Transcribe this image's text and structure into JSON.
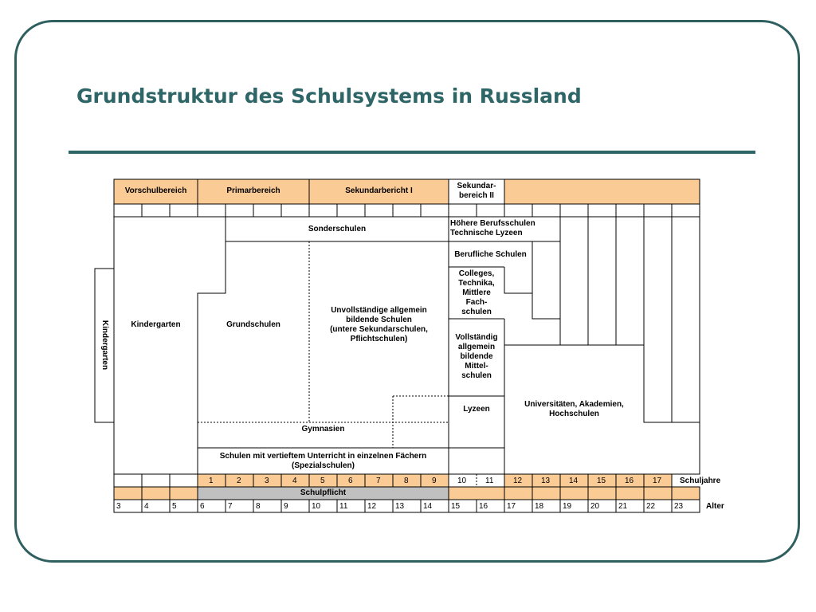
{
  "title": "Grundstruktur des Schulsystems in Russland",
  "headers": {
    "vorschul": "Vorschulbereich",
    "primar": "Primarbereich",
    "sek1": "Sekundarbericht I",
    "sek2": "Sekundar-\nbereich II"
  },
  "blocks": {
    "kindergarten_side": "Kindergarten",
    "kindergarten": "Kindergarten",
    "sonderschulen": "Sonderschulen",
    "grundschulen": "Grundschulen",
    "unvollstaendige": "Unvollständige allgemein\nbildende Schulen\n(untere Sekundarschulen,\nPflichtschulen)",
    "gymnasien": "Gymnasien",
    "spezial": "Schulen mit vertieftem Unterricht in einzelnen Fächern\n(Spezialschulen)",
    "hoehere": "Höhere Berufsschulen\nTechnische Lyzeen",
    "berufliche": "Berufliche Schulen",
    "colleges": "Colleges,\nTechnika,\nMittlere\nFach-\nschulen",
    "vollstaendig": "Vollständig\nallgemein\nbildende\nMittel-\nschulen",
    "lyzeen": "Lyzeen",
    "universitaeten": "Universitäten, Akademien,\nHochschulen"
  },
  "school_years": [
    "1",
    "2",
    "3",
    "4",
    "5",
    "6",
    "7",
    "8",
    "9",
    "10",
    "11",
    "12",
    "13",
    "14",
    "15",
    "16",
    "17"
  ],
  "school_years_label": "Schuljahre",
  "schulpflicht": "Schulpflicht",
  "ages": [
    "3",
    "4",
    "5",
    "6",
    "7",
    "8",
    "9",
    "10",
    "11",
    "12",
    "13",
    "14",
    "15",
    "16",
    "17",
    "18",
    "19",
    "20",
    "21",
    "22",
    "23"
  ],
  "ages_label": "Alter",
  "colors": {
    "accent": "#2e6567",
    "header_fill": "#fbcb96",
    "schulpflicht_fill": "#c0c0c0"
  }
}
